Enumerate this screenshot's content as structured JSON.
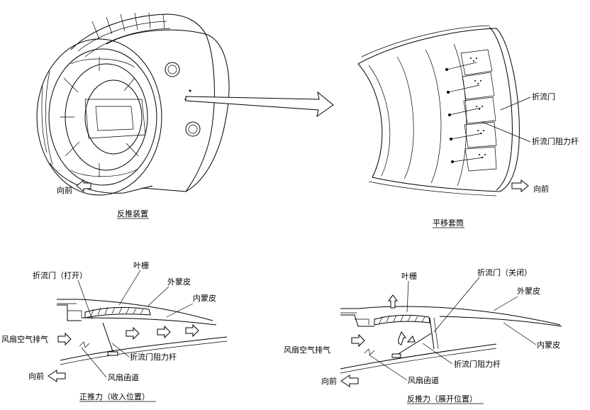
{
  "top": {
    "left_caption": "反推装置",
    "right_caption": "平移套筒",
    "forward_left": "向前",
    "forward_right": "向前",
    "label_blocker_door": "折流门",
    "label_drag_link": "折流门阻力杆"
  },
  "bottom_left": {
    "caption": "正推力（收入位置）",
    "label_cascade": "叶栅",
    "label_door_open": "折流门（打开）",
    "label_outer_skin": "外蒙皮",
    "label_inner_skin": "内蒙皮",
    "label_fan_exhaust": "风扇空气排气",
    "label_drag_link": "折流门阻力杆",
    "label_fan_duct": "风扇函道",
    "label_forward": "向前"
  },
  "bottom_right": {
    "caption": "反推力（展开位置）",
    "label_cascade": "叶栅",
    "label_door_closed": "折流门（关闭）",
    "label_outer_skin": "外蒙皮",
    "label_inner_skin": "内蒙皮",
    "label_fan_exhaust": "风扇空气排气",
    "label_drag_link": "折流门阻力杆",
    "label_fan_duct": "风扇函道",
    "label_forward": "向前"
  }
}
